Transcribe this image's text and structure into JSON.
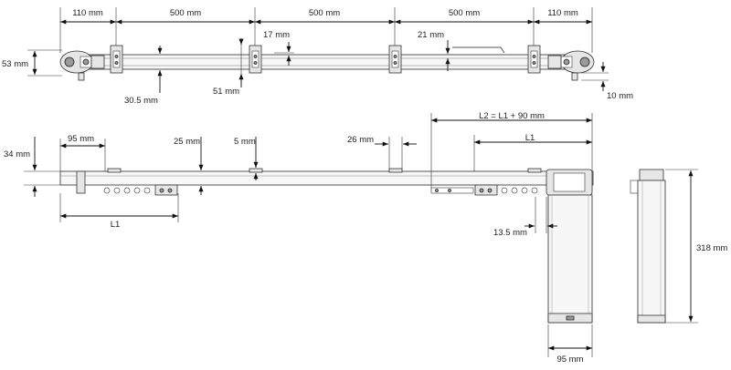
{
  "top_view": {
    "dims": {
      "end_left": "110 mm",
      "span_1": "500 mm",
      "span_2": "500 mm",
      "span_3": "500 mm",
      "end_right": "110 mm",
      "height": "53 mm",
      "bracket_gap": "17 mm",
      "bracket_offset": "21 mm",
      "depth": "30.5 mm",
      "bracket_width": "51 mm",
      "end_gap": "10 mm"
    }
  },
  "side_view": {
    "dims": {
      "rail_height": "34 mm",
      "carrier_offset": "95 mm",
      "top_gap": "25 mm",
      "clip_gap": "5 mm",
      "clip_width": "26 mm",
      "total_length": "L2 = L1 + 90 mm",
      "length_right": "L1",
      "length_left": "L1",
      "motor_offset": "13.5 mm",
      "motor_width": "95 mm"
    }
  },
  "end_view": {
    "dims": {
      "motor_height": "318 mm"
    }
  }
}
